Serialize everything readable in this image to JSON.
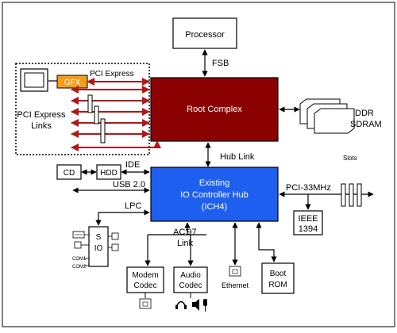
{
  "diagram": {
    "processor": "Processor",
    "fsb": "FSB",
    "root_complex": "Root Complex",
    "gfx": "GFX",
    "pci_express": "PCI Express",
    "pci_express_links_line1": "PCI Express",
    "pci_express_links_line2": "Links",
    "ddr_line1": "DDR",
    "ddr_line2": "SDRAM",
    "hub_link": "Hub Link",
    "slots": "Slots",
    "cd": "CD",
    "hdd": "HDD",
    "ide": "IDE",
    "usb": "USB 2.0",
    "ich_line1": "Existing",
    "ich_line2": "IO Controller Hub",
    "ich_line3": "(ICH4)",
    "pci_33": "PCI-33MHz",
    "ieee_line1": "IEEE",
    "ieee_line2": "1394",
    "lpc": "LPC",
    "sio_s": "S",
    "sio_io": "IO",
    "com1": "COM1",
    "com2": "COM2",
    "ac97_line1": "AC'97",
    "ac97_line2": "Link",
    "modem_line1": "Modem",
    "modem_line2": "Codec",
    "audio_line1": "Audio",
    "audio_line2": "Codec",
    "ethernet": "Ethernet",
    "boot_line1": "Boot",
    "boot_line2": "ROM"
  },
  "colors": {
    "root_complex_fill": "#8b0000",
    "ich_fill": "#1e5ff0",
    "gfx_fill": "#f59c1a",
    "link_red": "#b01818",
    "line": "#000000"
  }
}
